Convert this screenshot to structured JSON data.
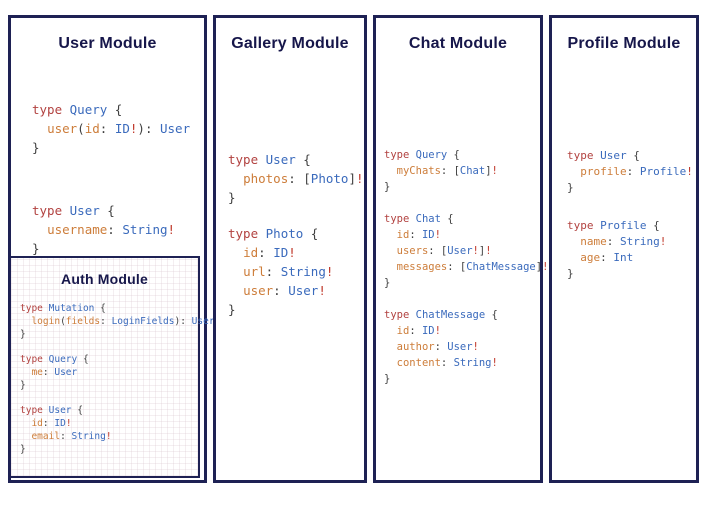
{
  "colors": {
    "panel_border": "#1e2154",
    "title_text": "#16164a",
    "keyword_red": "#b24240",
    "type_blue": "#3a6abc",
    "field_orange": "#cd7d3a",
    "punctuation_gray": "#3f3f3f",
    "bang_red": "#c0392b",
    "background": "#ffffff"
  },
  "panels": [
    {
      "key": "user",
      "title": "User Module",
      "code": [
        [
          [
            [
              "type",
              "kw"
            ],
            [
              " ",
              "pu"
            ],
            [
              "Query",
              "ty"
            ],
            [
              " {",
              "pu"
            ]
          ],
          [
            [
              "  ",
              "pu"
            ],
            [
              "user",
              "fd"
            ],
            [
              "(",
              "pu"
            ],
            [
              "id",
              "fd"
            ],
            [
              ": ",
              "pu"
            ],
            [
              "ID",
              "ty"
            ],
            [
              "!",
              "bg"
            ],
            [
              "): ",
              "pu"
            ],
            [
              "User",
              "ty"
            ]
          ],
          [
            [
              "}",
              "pu"
            ]
          ]
        ],
        [
          [
            [
              "type",
              "kw"
            ],
            [
              " ",
              "pu"
            ],
            [
              "User",
              "ty"
            ],
            [
              " {",
              "pu"
            ]
          ],
          [
            [
              "  ",
              "pu"
            ],
            [
              "username",
              "fd"
            ],
            [
              ": ",
              "pu"
            ],
            [
              "String",
              "ty"
            ],
            [
              "!",
              "bg"
            ]
          ],
          [
            [
              "}",
              "pu"
            ]
          ]
        ]
      ]
    },
    {
      "key": "gallery",
      "title": "Gallery Module",
      "code": [
        [
          [
            [
              "type",
              "kw"
            ],
            [
              " ",
              "pu"
            ],
            [
              "User",
              "ty"
            ],
            [
              " {",
              "pu"
            ]
          ],
          [
            [
              "  ",
              "pu"
            ],
            [
              "photos",
              "fd"
            ],
            [
              ": [",
              "pu"
            ],
            [
              "Photo",
              "ty"
            ],
            [
              "]",
              "pu"
            ],
            [
              "!",
              "bg"
            ]
          ],
          [
            [
              "}",
              "pu"
            ]
          ]
        ],
        [
          [
            [
              "type",
              "kw"
            ],
            [
              " ",
              "pu"
            ],
            [
              "Photo",
              "ty"
            ],
            [
              " {",
              "pu"
            ]
          ],
          [
            [
              "  ",
              "pu"
            ],
            [
              "id",
              "fd"
            ],
            [
              ": ",
              "pu"
            ],
            [
              "ID",
              "ty"
            ],
            [
              "!",
              "bg"
            ]
          ],
          [
            [
              "  ",
              "pu"
            ],
            [
              "url",
              "fd"
            ],
            [
              ": ",
              "pu"
            ],
            [
              "String",
              "ty"
            ],
            [
              "!",
              "bg"
            ]
          ],
          [
            [
              "  ",
              "pu"
            ],
            [
              "user",
              "fd"
            ],
            [
              ": ",
              "pu"
            ],
            [
              "User",
              "ty"
            ],
            [
              "!",
              "bg"
            ]
          ],
          [
            [
              "}",
              "pu"
            ]
          ]
        ]
      ]
    },
    {
      "key": "chat",
      "title": "Chat Module",
      "code": [
        [
          [
            [
              "type",
              "kw"
            ],
            [
              " ",
              "pu"
            ],
            [
              "Query",
              "ty"
            ],
            [
              " {",
              "pu"
            ]
          ],
          [
            [
              "  ",
              "pu"
            ],
            [
              "myChats",
              "fd"
            ],
            [
              ": [",
              "pu"
            ],
            [
              "Chat",
              "ty"
            ],
            [
              "]",
              "pu"
            ],
            [
              "!",
              "bg"
            ]
          ],
          [
            [
              "}",
              "pu"
            ]
          ]
        ],
        [
          [
            [
              "type",
              "kw"
            ],
            [
              " ",
              "pu"
            ],
            [
              "Chat",
              "ty"
            ],
            [
              " {",
              "pu"
            ]
          ],
          [
            [
              "  ",
              "pu"
            ],
            [
              "id",
              "fd"
            ],
            [
              ": ",
              "pu"
            ],
            [
              "ID",
              "ty"
            ],
            [
              "!",
              "bg"
            ]
          ],
          [
            [
              "  ",
              "pu"
            ],
            [
              "users",
              "fd"
            ],
            [
              ": [",
              "pu"
            ],
            [
              "User",
              "ty"
            ],
            [
              "!",
              "bg"
            ],
            [
              "]",
              "pu"
            ],
            [
              "!",
              "bg"
            ]
          ],
          [
            [
              "  ",
              "pu"
            ],
            [
              "messages",
              "fd"
            ],
            [
              ": [",
              "pu"
            ],
            [
              "ChatMessage",
              "ty"
            ],
            [
              "]",
              "pu"
            ],
            [
              "!",
              "bg"
            ]
          ],
          [
            [
              "}",
              "pu"
            ]
          ]
        ],
        [
          [
            [
              "type",
              "kw"
            ],
            [
              " ",
              "pu"
            ],
            [
              "ChatMessage",
              "ty"
            ],
            [
              " {",
              "pu"
            ]
          ],
          [
            [
              "  ",
              "pu"
            ],
            [
              "id",
              "fd"
            ],
            [
              ": ",
              "pu"
            ],
            [
              "ID",
              "ty"
            ],
            [
              "!",
              "bg"
            ]
          ],
          [
            [
              "  ",
              "pu"
            ],
            [
              "author",
              "fd"
            ],
            [
              ": ",
              "pu"
            ],
            [
              "User",
              "ty"
            ],
            [
              "!",
              "bg"
            ]
          ],
          [
            [
              "  ",
              "pu"
            ],
            [
              "content",
              "fd"
            ],
            [
              ": ",
              "pu"
            ],
            [
              "String",
              "ty"
            ],
            [
              "!",
              "bg"
            ]
          ],
          [
            [
              "}",
              "pu"
            ]
          ]
        ]
      ]
    },
    {
      "key": "profile",
      "title": "Profile Module",
      "code": [
        [
          [
            [
              "type",
              "kw"
            ],
            [
              " ",
              "pu"
            ],
            [
              "User",
              "ty"
            ],
            [
              " {",
              "pu"
            ]
          ],
          [
            [
              "  ",
              "pu"
            ],
            [
              "profile",
              "fd"
            ],
            [
              ": ",
              "pu"
            ],
            [
              "Profile",
              "ty"
            ],
            [
              "!",
              "bg"
            ]
          ],
          [
            [
              "}",
              "pu"
            ]
          ]
        ],
        [
          [
            [
              "type",
              "kw"
            ],
            [
              " ",
              "pu"
            ],
            [
              "Profile",
              "ty"
            ],
            [
              " {",
              "pu"
            ]
          ],
          [
            [
              "  ",
              "pu"
            ],
            [
              "name",
              "fd"
            ],
            [
              ": ",
              "pu"
            ],
            [
              "String",
              "ty"
            ],
            [
              "!",
              "bg"
            ]
          ],
          [
            [
              "  ",
              "pu"
            ],
            [
              "age",
              "fd"
            ],
            [
              ": ",
              "pu"
            ],
            [
              "Int",
              "ty"
            ]
          ],
          [
            [
              "}",
              "pu"
            ]
          ]
        ]
      ]
    }
  ],
  "auth_module": {
    "title": "Auth Module",
    "code": [
      [
        [
          [
            "type",
            "kw"
          ],
          [
            " ",
            "pu"
          ],
          [
            "Mutation",
            "ty"
          ],
          [
            " {",
            "pu"
          ]
        ],
        [
          [
            "  ",
            "pu"
          ],
          [
            "login",
            "fd"
          ],
          [
            "(",
            "pu"
          ],
          [
            "fields",
            "fd"
          ],
          [
            ": ",
            "pu"
          ],
          [
            "LoginFields",
            "ty"
          ],
          [
            "): ",
            "pu"
          ],
          [
            "User",
            "ty"
          ]
        ],
        [
          [
            "}",
            "pu"
          ]
        ]
      ],
      [
        [
          [
            "type",
            "kw"
          ],
          [
            " ",
            "pu"
          ],
          [
            "Query",
            "ty"
          ],
          [
            " {",
            "pu"
          ]
        ],
        [
          [
            "  ",
            "pu"
          ],
          [
            "me",
            "fd"
          ],
          [
            ": ",
            "pu"
          ],
          [
            "User",
            "ty"
          ]
        ],
        [
          [
            "}",
            "pu"
          ]
        ]
      ],
      [
        [
          [
            "type",
            "kw"
          ],
          [
            " ",
            "pu"
          ],
          [
            "User",
            "ty"
          ],
          [
            " {",
            "pu"
          ]
        ],
        [
          [
            "  ",
            "pu"
          ],
          [
            "id",
            "fd"
          ],
          [
            ": ",
            "pu"
          ],
          [
            "ID",
            "ty"
          ],
          [
            "!",
            "bg"
          ]
        ],
        [
          [
            "  ",
            "pu"
          ],
          [
            "email",
            "fd"
          ],
          [
            ": ",
            "pu"
          ],
          [
            "String",
            "ty"
          ],
          [
            "!",
            "bg"
          ]
        ],
        [
          [
            "}",
            "pu"
          ]
        ]
      ]
    ]
  }
}
